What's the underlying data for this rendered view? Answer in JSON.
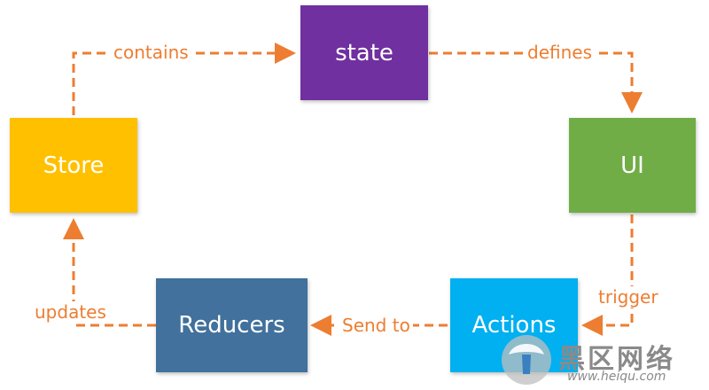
{
  "nodes": {
    "state": {
      "label": "state",
      "color": "#7030a0"
    },
    "ui": {
      "label": "UI",
      "color": "#70ad47"
    },
    "actions": {
      "label": "Actions",
      "color": "#00b0f0"
    },
    "reducers": {
      "label": "Reducers",
      "color": "#41719c"
    },
    "store": {
      "label": "Store",
      "color": "#ffc000"
    }
  },
  "edges": {
    "contains": "contains",
    "defines": "defines",
    "trigger": "trigger",
    "send_to": "Send to",
    "updates": "updates"
  },
  "edge_color": "#ed7d31",
  "watermark": {
    "text": "黑区网络",
    "url": "www.heiqu.com"
  }
}
